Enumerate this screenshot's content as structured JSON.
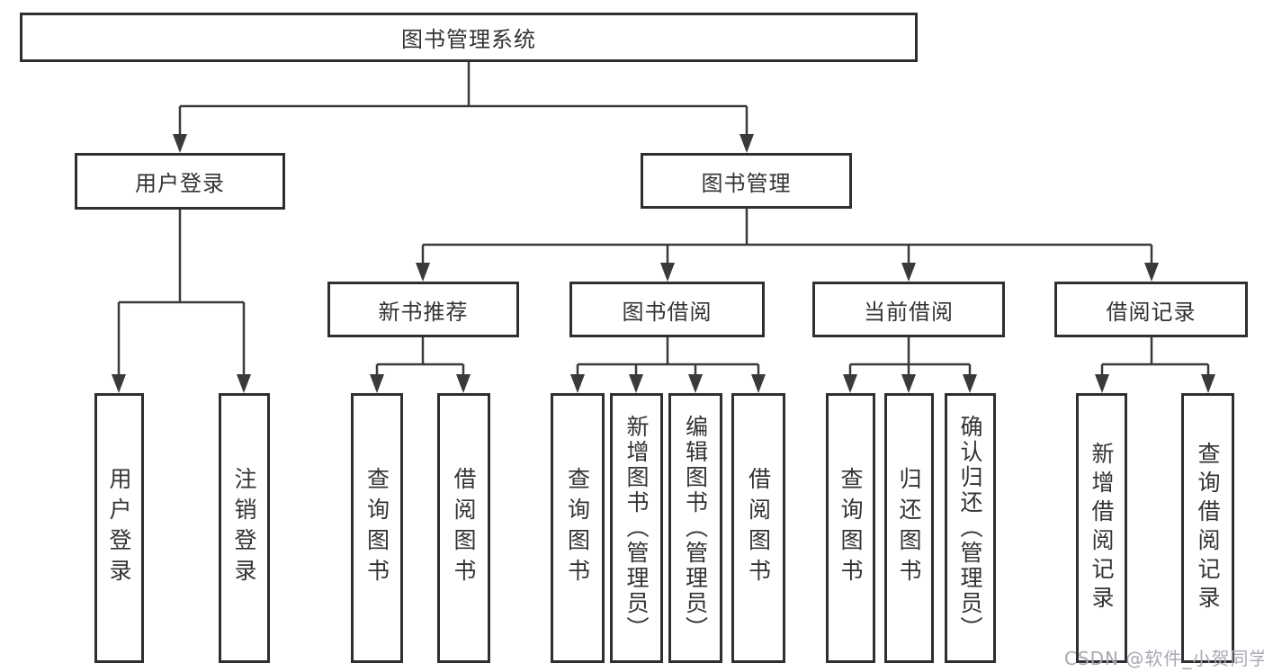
{
  "tree": {
    "root": {
      "label": "图书管理系统"
    },
    "level2": [
      {
        "label": "用户登录",
        "children": [
          {
            "label": "用户登录"
          },
          {
            "label": "注销登录"
          }
        ]
      },
      {
        "label": "图书管理",
        "children": [
          {
            "label": "新书推荐",
            "children": [
              {
                "label": "查询图书"
              },
              {
                "label": "借阅图书"
              }
            ]
          },
          {
            "label": "图书借阅",
            "children": [
              {
                "label": "查询图书"
              },
              {
                "label": "新增图书（管理员）"
              },
              {
                "label": "编辑图书（管理员）"
              },
              {
                "label": "借阅图书"
              }
            ]
          },
          {
            "label": "当前借阅",
            "children": [
              {
                "label": "查询图书"
              },
              {
                "label": "归还图书"
              },
              {
                "label": "确认归还（管理员）"
              }
            ]
          },
          {
            "label": "借阅记录",
            "children": [
              {
                "label": "新增借阅记录"
              },
              {
                "label": "查询借阅记录"
              }
            ]
          }
        ]
      }
    ]
  },
  "watermark": "CSDN @软件_小贺同学",
  "colors": {
    "line": "#3a3a3a",
    "border": "#2f2f2f",
    "text": "#333333",
    "watermark": "#a8a8b4"
  }
}
